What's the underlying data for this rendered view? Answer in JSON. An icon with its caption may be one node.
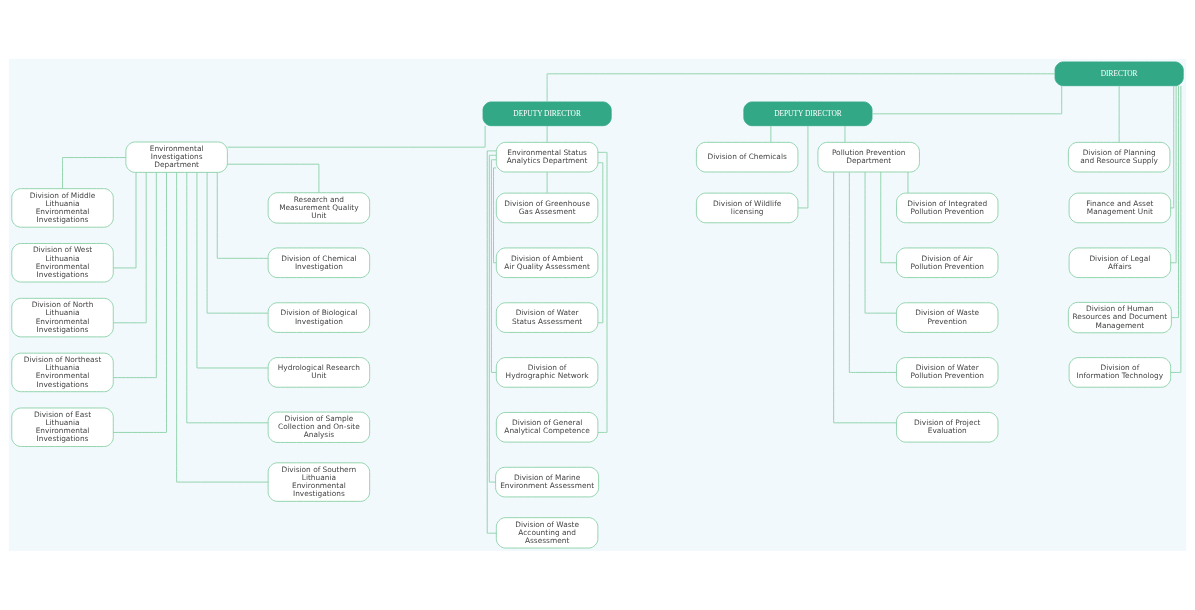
{
  "diagram": {
    "nodes": [
      {
        "text": [
          "DIRECTOR"
        ]
      },
      {
        "text": [
          "DEPUTY DIRECTOR"
        ]
      },
      {
        "text": [
          "DEPUTY DIRECTOR"
        ]
      },
      {
        "text": [
          "Environmental Investigations Department"
        ]
      },
      {
        "text": [
          "Environmental Status Analytics Department"
        ]
      },
      {
        "text": [
          "Division of Planning and Resource Supply"
        ]
      },
      {
        "text": [
          "Finance and Asset Management Unit"
        ]
      },
      {
        "text": [
          "Division of Legal Affairs"
        ]
      },
      {
        "text": [
          "Division of Human Resources and Document Management"
        ]
      },
      {
        "text": [
          "Division of Information Technology"
        ]
      },
      {
        "text": [
          "Division of Chemicals"
        ]
      },
      {
        "text": [
          "Division of Wildlife licensing"
        ]
      },
      {
        "text": [
          "Pollution Prevention Department"
        ]
      },
      {
        "text": [
          "Research and Measurement Quality Unit"
        ]
      },
      {
        "text": [
          "Division of Middle Lithuania Environmental Investigations"
        ]
      },
      {
        "text": [
          "Division of Chemical Investigation"
        ]
      },
      {
        "text": [
          "Division of West Lithuania Environmental Investigations"
        ]
      },
      {
        "text": [
          "Division of Biological Investigation"
        ]
      },
      {
        "text": [
          "Division of North Lithuania Environmental Investigations"
        ]
      },
      {
        "text": [
          "Hydrological Research Unit"
        ]
      },
      {
        "text": [
          "Division of Northeast Lithuania Environmental Investigations"
        ]
      },
      {
        "text": [
          "Division of Sample Collection and On-site Analysis"
        ]
      },
      {
        "text": [
          "Division of East Lithuania Environmental Investigations"
        ]
      },
      {
        "text": [
          "Division of Southern Lithuania Environmental Investigations"
        ]
      },
      {
        "text": [
          "Division of Greenhouse Gas Assesment"
        ]
      },
      {
        "text": [
          "Division of Ambient Air Quality Assessment"
        ]
      },
      {
        "text": [
          "Division of Water Status Assessment"
        ]
      },
      {
        "text": [
          "Division of Hydrographic Network"
        ]
      },
      {
        "text": [
          "Division of General Analytical Competence"
        ]
      },
      {
        "text": [
          "Division of Marine Environment Assessment"
        ]
      },
      {
        "text": [
          "Division of Waste Accounting and Assessment"
        ]
      },
      {
        "text": [
          "Division of Integrated Pollution Prevention"
        ]
      },
      {
        "text": [
          "Division of Air Pollution Prevention"
        ]
      },
      {
        "text": [
          "Division of Waste Prevention"
        ]
      },
      {
        "text": [
          "Division of Water Pollution Prevention"
        ]
      },
      {
        "text": [
          "Division of Project Evaluation"
        ]
      }
    ],
    "edges": [
      {
        "from": 0,
        "to": 1,
        "arrow": "none"
      },
      {
        "from": 0,
        "to": 2,
        "arrow": "none"
      },
      {
        "from": 0,
        "to": 5,
        "arrow": "none"
      },
      {
        "from": 0,
        "to": 6,
        "arrow": "none"
      },
      {
        "from": 0,
        "to": 7,
        "arrow": "none"
      },
      {
        "from": 0,
        "to": 8,
        "arrow": "none"
      },
      {
        "from": 0,
        "to": 9,
        "arrow": "none"
      },
      {
        "from": 1,
        "to": 3,
        "arrow": "none"
      },
      {
        "from": 1,
        "to": 4,
        "arrow": "none"
      },
      {
        "from": 2,
        "to": 10,
        "arrow": "none"
      },
      {
        "from": 2,
        "to": 11,
        "arrow": "none"
      },
      {
        "from": 2,
        "to": 12,
        "arrow": "none"
      },
      {
        "from": 3,
        "to": 13,
        "arrow": "none"
      },
      {
        "from": 3,
        "to": 14,
        "arrow": "none"
      },
      {
        "from": 3,
        "to": 15,
        "arrow": "none"
      },
      {
        "from": 3,
        "to": 16,
        "arrow": "none"
      },
      {
        "from": 3,
        "to": 17,
        "arrow": "none"
      },
      {
        "from": 3,
        "to": 18,
        "arrow": "none"
      },
      {
        "from": 3,
        "to": 19,
        "arrow": "none"
      },
      {
        "from": 3,
        "to": 20,
        "arrow": "none"
      },
      {
        "from": 3,
        "to": 21,
        "arrow": "none"
      },
      {
        "from": 3,
        "to": 22,
        "arrow": "none"
      },
      {
        "from": 3,
        "to": 23,
        "arrow": "none"
      },
      {
        "from": 4,
        "to": 24,
        "arrow": "none"
      },
      {
        "from": 4,
        "to": 25,
        "arrow": "none"
      },
      {
        "from": 4,
        "to": 26,
        "arrow": "none"
      },
      {
        "from": 4,
        "to": 27,
        "arrow": "none"
      },
      {
        "from": 4,
        "to": 28,
        "arrow": "none"
      },
      {
        "from": 4,
        "to": 29,
        "arrow": "none"
      },
      {
        "from": 4,
        "to": 30,
        "arrow": "none"
      },
      {
        "from": 12,
        "to": 31,
        "arrow": "none"
      },
      {
        "from": 12,
        "to": 32,
        "arrow": "none"
      },
      {
        "from": 12,
        "to": 33,
        "arrow": "none"
      },
      {
        "from": 12,
        "to": 34,
        "arrow": "none"
      },
      {
        "from": 12,
        "to": 35,
        "arrow": "none"
      }
    ]
  }
}
